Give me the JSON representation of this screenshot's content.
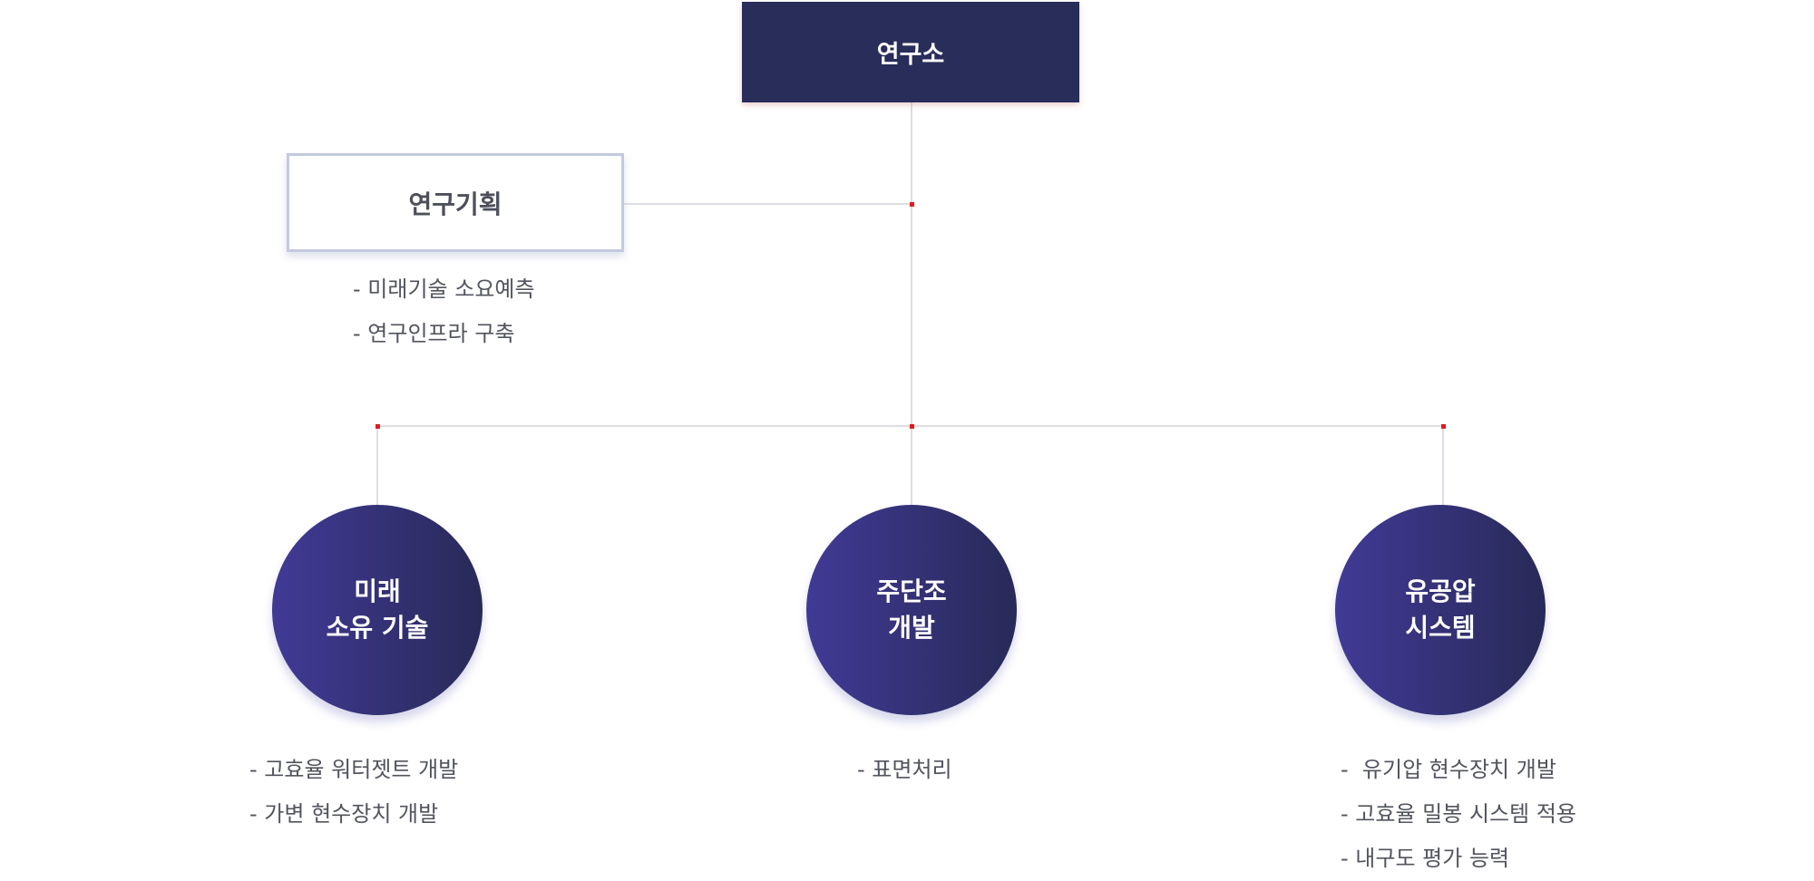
{
  "root": {
    "label": "연구소"
  },
  "planning": {
    "label": "연구기획",
    "items": [
      "- 미래기술 소요예측",
      "- 연구인프라 구축"
    ]
  },
  "branches": [
    {
      "line1": "미래",
      "line2": "소유 기술",
      "items": [
        "- 고효율 워터젯트 개발",
        "- 가변 현수장치 개발"
      ]
    },
    {
      "line1": "주단조",
      "line2": "개발",
      "items": [
        "- 표면처리"
      ]
    },
    {
      "line1": "유공압",
      "line2": "시스템",
      "items": [
        "-  유기압 현수장치 개발",
        "- 고효율 밀봉 시스템 적용",
        "- 내구도 평가 능력"
      ]
    }
  ],
  "colors": {
    "navy": "#282d5a",
    "circle_gradient_start": "#413a96",
    "circle_gradient_end": "#282a58",
    "connector_line": "#dddee3",
    "junction_dot": "#e01c1c",
    "planning_border": "#c5c9df"
  }
}
